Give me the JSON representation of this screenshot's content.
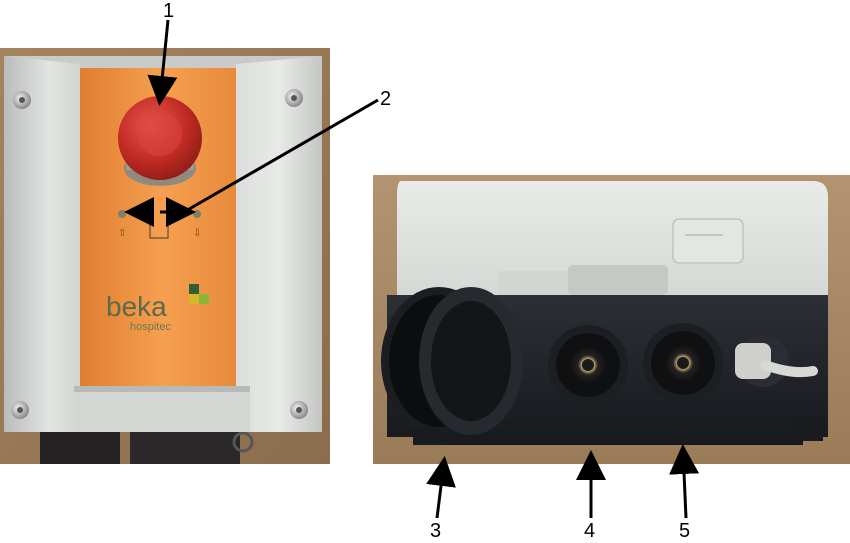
{
  "figure": {
    "callouts": [
      {
        "id": "1",
        "label": "1"
      },
      {
        "id": "2",
        "label": "2"
      },
      {
        "id": "3",
        "label": "3"
      },
      {
        "id": "4",
        "label": "4"
      },
      {
        "id": "5",
        "label": "5"
      }
    ],
    "panel_front": {
      "brand": "beka",
      "sub_brand": "hospitec"
    },
    "colors": {
      "housing_grey": "#d7d9d6",
      "panel_orange": "#f0943f",
      "button_red": "#c8322a",
      "dark_plastic": "#1e2024",
      "wood_background": "#a48460"
    }
  }
}
